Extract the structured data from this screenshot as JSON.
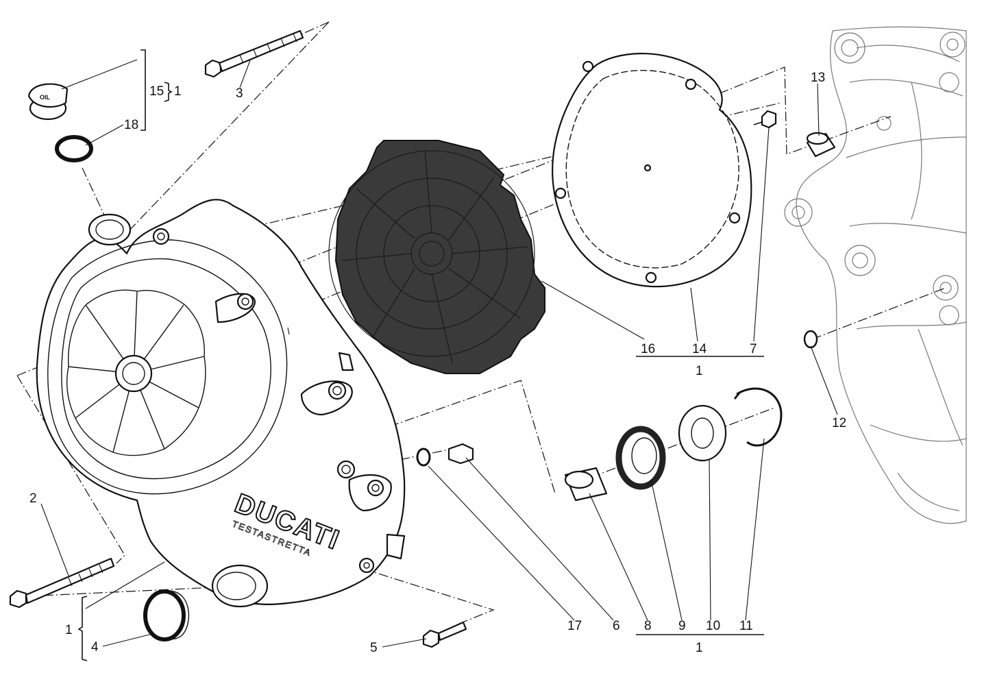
{
  "callouts": {
    "c1_bottom_left": "1",
    "c1_top_bracket": "1",
    "c1_bracket_mid": "1",
    "c1_bracket_right": "1",
    "c2": "2",
    "c3": "3",
    "c4": "4",
    "c5": "5",
    "c6": "6",
    "c7": "7",
    "c8": "8",
    "c9": "9",
    "c10": "10",
    "c11": "11",
    "c12": "12",
    "c13": "13",
    "c14": "14",
    "c15": "15",
    "c16": "16",
    "c17": "17",
    "c18": "18"
  },
  "cover_branding": {
    "logo": "DUCATI",
    "tagline": "TESTASTRETTA",
    "oil_cap": "OIL"
  }
}
